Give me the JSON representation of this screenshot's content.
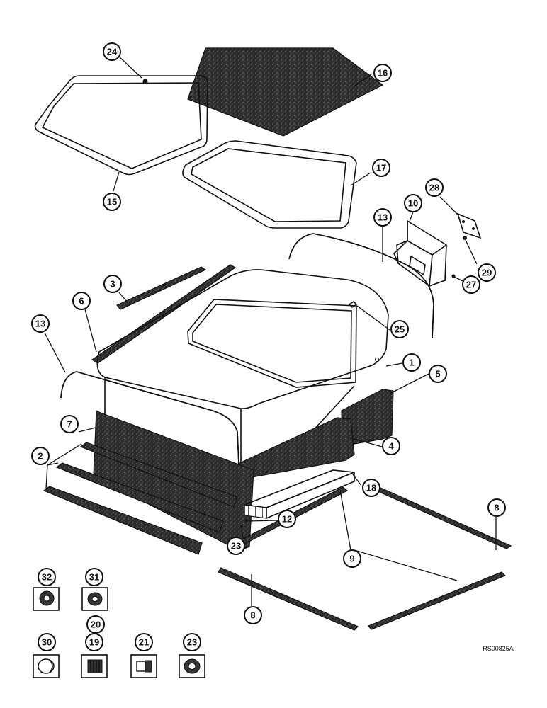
{
  "diagram": {
    "reference_code": "RS00825A",
    "colors": {
      "ink": "#111111",
      "felt": "#2b2b2b",
      "paper": "#ffffff"
    },
    "callouts": [
      {
        "id": "c24",
        "label": "24"
      },
      {
        "id": "c16",
        "label": "16"
      },
      {
        "id": "c15",
        "label": "15"
      },
      {
        "id": "c17",
        "label": "17"
      },
      {
        "id": "c28",
        "label": "28"
      },
      {
        "id": "c10",
        "label": "10"
      },
      {
        "id": "c13a",
        "label": "13"
      },
      {
        "id": "c29",
        "label": "29"
      },
      {
        "id": "c27",
        "label": "27"
      },
      {
        "id": "c3",
        "label": "3"
      },
      {
        "id": "c6",
        "label": "6"
      },
      {
        "id": "c25",
        "label": "25"
      },
      {
        "id": "c13b",
        "label": "13"
      },
      {
        "id": "c1",
        "label": "1"
      },
      {
        "id": "c5",
        "label": "5"
      },
      {
        "id": "c7",
        "label": "7"
      },
      {
        "id": "c2",
        "label": "2"
      },
      {
        "id": "c4",
        "label": "4"
      },
      {
        "id": "c18",
        "label": "18"
      },
      {
        "id": "c8a",
        "label": "8"
      },
      {
        "id": "c12",
        "label": "12"
      },
      {
        "id": "c23a",
        "label": "23"
      },
      {
        "id": "c9",
        "label": "9"
      },
      {
        "id": "c32",
        "label": "32"
      },
      {
        "id": "c31",
        "label": "31"
      },
      {
        "id": "c8b",
        "label": "8"
      },
      {
        "id": "c20",
        "label": "20"
      },
      {
        "id": "c30",
        "label": "30"
      },
      {
        "id": "c19",
        "label": "19"
      },
      {
        "id": "c21",
        "label": "21"
      },
      {
        "id": "c23b",
        "label": "23"
      }
    ]
  }
}
